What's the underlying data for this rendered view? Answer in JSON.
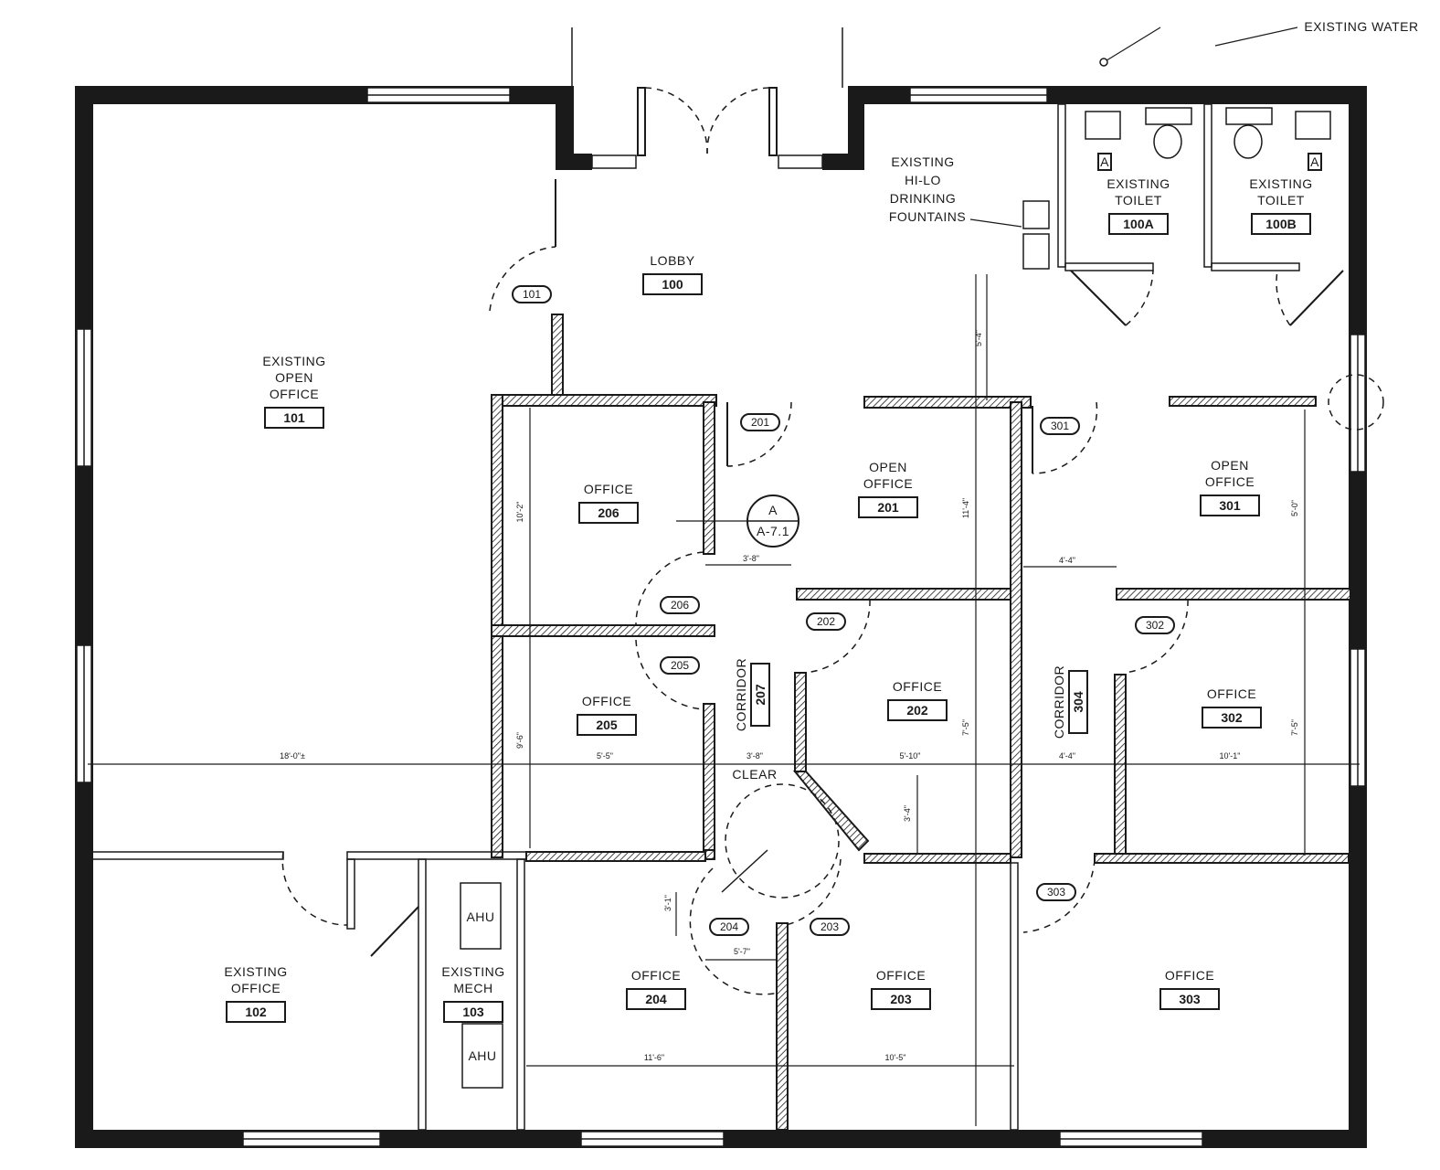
{
  "rooms": [
    {
      "id": "r101",
      "name": [
        "EXISTING",
        "OPEN",
        "OFFICE"
      ],
      "number": "101"
    },
    {
      "id": "r100",
      "name": [
        "LOBBY"
      ],
      "number": "100"
    },
    {
      "id": "r100a",
      "name": [
        "EXISTING",
        "TOILET"
      ],
      "number": "100A"
    },
    {
      "id": "r100b",
      "name": [
        "EXISTING",
        "TOILET"
      ],
      "number": "100B"
    },
    {
      "id": "r206",
      "name": [
        "OFFICE"
      ],
      "number": "206"
    },
    {
      "id": "r205",
      "name": [
        "OFFICE"
      ],
      "number": "205"
    },
    {
      "id": "r201",
      "name": [
        "OPEN",
        "OFFICE"
      ],
      "number": "201"
    },
    {
      "id": "r301",
      "name": [
        "OPEN",
        "OFFICE"
      ],
      "number": "301"
    },
    {
      "id": "r202",
      "name": [
        "OFFICE"
      ],
      "number": "202"
    },
    {
      "id": "r302",
      "name": [
        "OFFICE"
      ],
      "number": "302"
    },
    {
      "id": "r102",
      "name": [
        "EXISTING",
        "OFFICE"
      ],
      "number": "102"
    },
    {
      "id": "r103",
      "name": [
        "EXISTING",
        "MECH"
      ],
      "number": "103"
    },
    {
      "id": "r204",
      "name": [
        "OFFICE"
      ],
      "number": "204"
    },
    {
      "id": "r203",
      "name": [
        "OFFICE"
      ],
      "number": "203"
    },
    {
      "id": "r303",
      "name": [
        "OFFICE"
      ],
      "number": "303"
    }
  ],
  "corridors": [
    {
      "id": "c207",
      "name": "CORRIDOR",
      "number": "207"
    },
    {
      "id": "c304",
      "name": "CORRIDOR",
      "number": "304"
    }
  ],
  "door_tags": [
    "101",
    "201",
    "301",
    "206",
    "205",
    "202",
    "302",
    "204",
    "203",
    "303"
  ],
  "annotations": {
    "fountains": [
      "EXISTING",
      "HI-LO",
      "DRINKING",
      "FOUNTAINS"
    ],
    "clear": "CLEAR",
    "ahu": "AHU",
    "accessible": "A",
    "existing_water": "EXISTING WATER",
    "section_letter": "A",
    "section_sheet": "A-7.1"
  },
  "dimensions": {
    "d1": "18'-0\"±",
    "d2": "5'-5\"",
    "d3": "3'-8\"",
    "d4": "5'-10\"",
    "d5": "4'-4\"",
    "d6": "10'-1\"",
    "d7": "3'-8\"",
    "d8": "4'-4\"",
    "d9": "10'-2\"",
    "d10": "9'-6\"",
    "d11": "11'-4\"",
    "d12": "7'-5\"",
    "d13": "7'-5\"",
    "d14": "11'-6\"",
    "d15": "10'-5\"",
    "d16": "3'-1\"",
    "d17": "5'-7\"",
    "d18": "5'-0\"",
    "d19": "3'-4\"",
    "d20": "5'-4\""
  }
}
